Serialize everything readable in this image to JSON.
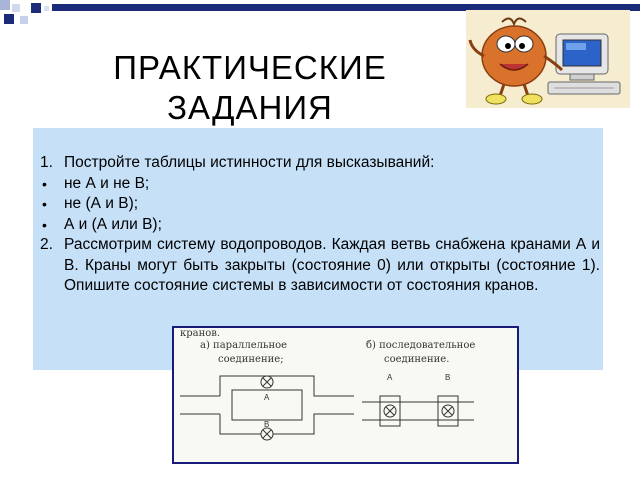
{
  "slide": {
    "title_line1": "ПРАКТИЧЕСКИЕ",
    "title_line2": "ЗАДАНИЯ",
    "accent_color": "#c6e0f8"
  },
  "tasks": {
    "item1_marker": "1.",
    "item1_text": "Постройте таблицы истинности для высказываний:",
    "bullet_marker": "•",
    "bullets": [
      "не А и не В;",
      "не (А и В);",
      "А и (А или В);"
    ],
    "item2_marker": "2.",
    "item2_text": "Рассмотрим систему водопроводов. Каждая ветвь снабжена кранами А и В. Краны могут быть закрыты (состояние 0) или открыты (состояние 1). Опишите состояние системы в зависимости от состояния кранов."
  },
  "diagram": {
    "caption_top": "кранов.",
    "parallel_label_1": "а)  параллельное",
    "parallel_label_2": "соединение;",
    "serial_label_1": "б)  последовательное",
    "serial_label_2": "соединение.",
    "valve_a": "А",
    "valve_b": "В",
    "serial_a": "А",
    "serial_b": "В"
  },
  "icons": [
    "corner-squares-decoration",
    "cartoon-computer-character-picture"
  ]
}
